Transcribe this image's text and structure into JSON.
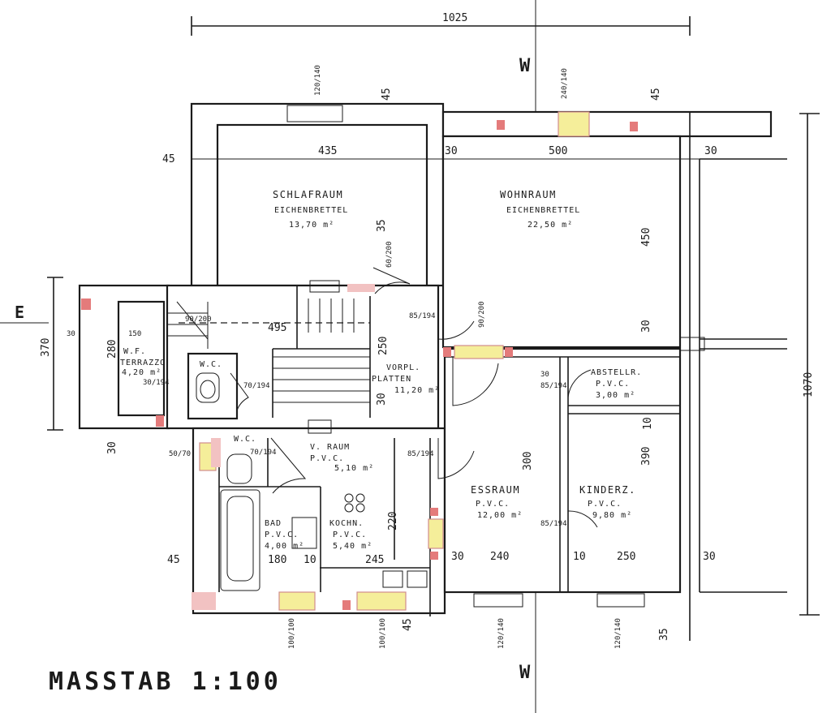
{
  "plan": {
    "scale_text": "MASSTAB 1:100",
    "top_dim_total": "1025",
    "right_dim_total": "1070",
    "left_dim_total": "370",
    "orientation_marks": {
      "top": "W",
      "bottom": "W",
      "left": "E"
    }
  },
  "rooms": [
    {
      "key": "schlafraum",
      "name": "SCHLAFRAUM",
      "floor": "EICHENBRETTEL",
      "area": "13,70 m²"
    },
    {
      "key": "wohnraum",
      "name": "WOHNRAUM",
      "floor": "EICHENBRETTEL",
      "area": "22,50 m²"
    },
    {
      "key": "wf",
      "name": "W.F.",
      "floor": "TERRAZZO",
      "area": "4,20 m²"
    },
    {
      "key": "wc1",
      "name": "W.C.",
      "floor": "",
      "area": ""
    },
    {
      "key": "vorplatz",
      "name": "VORPL.",
      "floor": "PLATTEN",
      "area": "11,20 m²"
    },
    {
      "key": "abstellr",
      "name": "ABSTELLR.",
      "floor": "P.V.C.",
      "area": "3,00 m²"
    },
    {
      "key": "wc2",
      "name": "W.C.",
      "floor": "",
      "area": ""
    },
    {
      "key": "vraum",
      "name": "V. RAUM",
      "floor": "P.V.C.",
      "area": "5,10 m²"
    },
    {
      "key": "essraum",
      "name": "ESSRAUM",
      "floor": "P.V.C.",
      "area": "12,00 m²"
    },
    {
      "key": "kinderz",
      "name": "KINDERZ.",
      "floor": "P.V.C.",
      "area": "9,80 m²"
    },
    {
      "key": "bad",
      "name": "BAD",
      "floor": "P.V.C.",
      "area": "4,00 m²"
    },
    {
      "key": "kochn",
      "name": "KOCHN.",
      "floor": "P.V.C.",
      "area": "5,40 m²"
    }
  ],
  "dims": {
    "d435": "435",
    "d500": "500",
    "d30a": "30",
    "d30b": "30",
    "d45a": "45",
    "d45b": "45",
    "d450": "450",
    "d495": "495",
    "d250": "250",
    "d280": "280",
    "d150": "150",
    "d30c": "30",
    "d390": "390",
    "d240": "240",
    "d250b": "250",
    "d180": "180",
    "d10a": "10",
    "d245": "245",
    "d30d": "30",
    "d10b": "10",
    "d30e": "30",
    "d45c": "45",
    "d30f": "30",
    "d30g": "30",
    "d45d": "45",
    "d45e": "45",
    "d220": "220",
    "d300": "300",
    "d35": "35",
    "d35b": "35",
    "d10c": "10",
    "d30h": "30",
    "d30i": "30",
    "w_top1": "120/140",
    "w_top2": "240/140",
    "w_bot1": "100/100",
    "w_bot2": "100/100",
    "w_bot3": "120/140",
    "w_bot4": "120/140",
    "door_s1": "90/200",
    "door_s2": "85/194",
    "door_s3": "85/194",
    "door_s4": "70/194",
    "door_s5": "85/194",
    "door_s6": "85/194",
    "door_s7": "50/70",
    "door_s8": "60/200",
    "door_s9": "70/194",
    "door_s10": "90/200",
    "door_s11": "30/194"
  }
}
